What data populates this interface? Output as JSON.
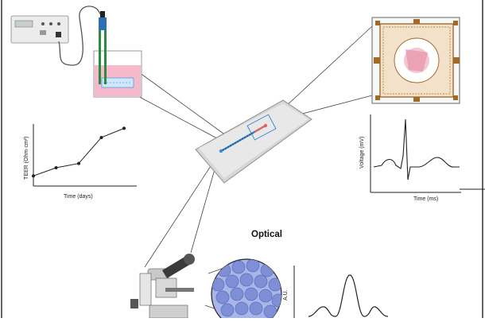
{
  "teer_plot": {
    "xlabel": "Time (days)",
    "ylabel": "TEER (Ohm·cm²)",
    "trend": [
      0.07,
      0.22,
      0.3,
      0.78,
      0.95
    ]
  },
  "ecg_plot": {
    "xlabel": "Time (ms)",
    "ylabel": "Voltage (mV)"
  },
  "optical": {
    "title": "Optical",
    "ylabel": "A.U."
  }
}
